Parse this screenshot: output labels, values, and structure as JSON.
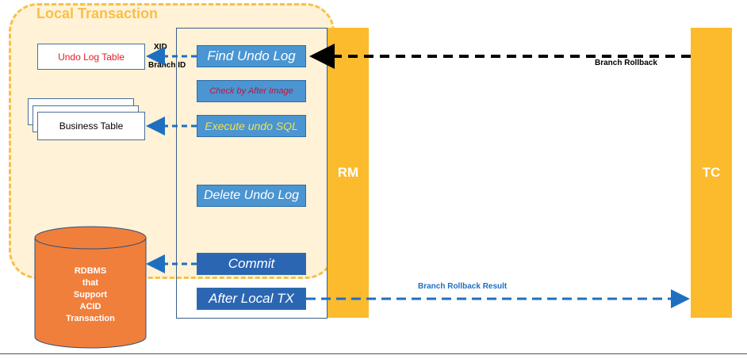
{
  "local_transaction": {
    "label": "Local Transaction"
  },
  "lanes": {
    "rm": "RM",
    "tc": "TC"
  },
  "steps": {
    "find_undo_log": "Find Undo Log",
    "check_by_after_image": "Check by After Image",
    "execute_undo_sql": "Execute undo SQL",
    "delete_undo_log": "Delete Undo Log",
    "commit": "Commit",
    "after_local_tx": "After Local TX"
  },
  "tables": {
    "undo_log_table": "Undo Log Table",
    "business_table": "Business Table"
  },
  "labels": {
    "xid": "XID",
    "branch_id": "Branch ID",
    "branch_rollback": "Branch Rollback",
    "branch_rollback_result": "Branch Rollback Result"
  },
  "database": {
    "lines": [
      "RDBMS",
      "that",
      "Support",
      "ACID",
      "Transaction"
    ]
  },
  "colors": {
    "lane": "#fbbb2d",
    "local_tx_fill": "#fff2d6",
    "local_tx_border": "#f7c04a",
    "step_light": "#4a95d2",
    "step_dark": "#2b66b3",
    "arrow_blue": "#1f6fc0",
    "database": "#f07f3c",
    "check_text": "#c0143c",
    "execute_text": "#f4e04d",
    "undo_table_text": "#e0202a"
  }
}
